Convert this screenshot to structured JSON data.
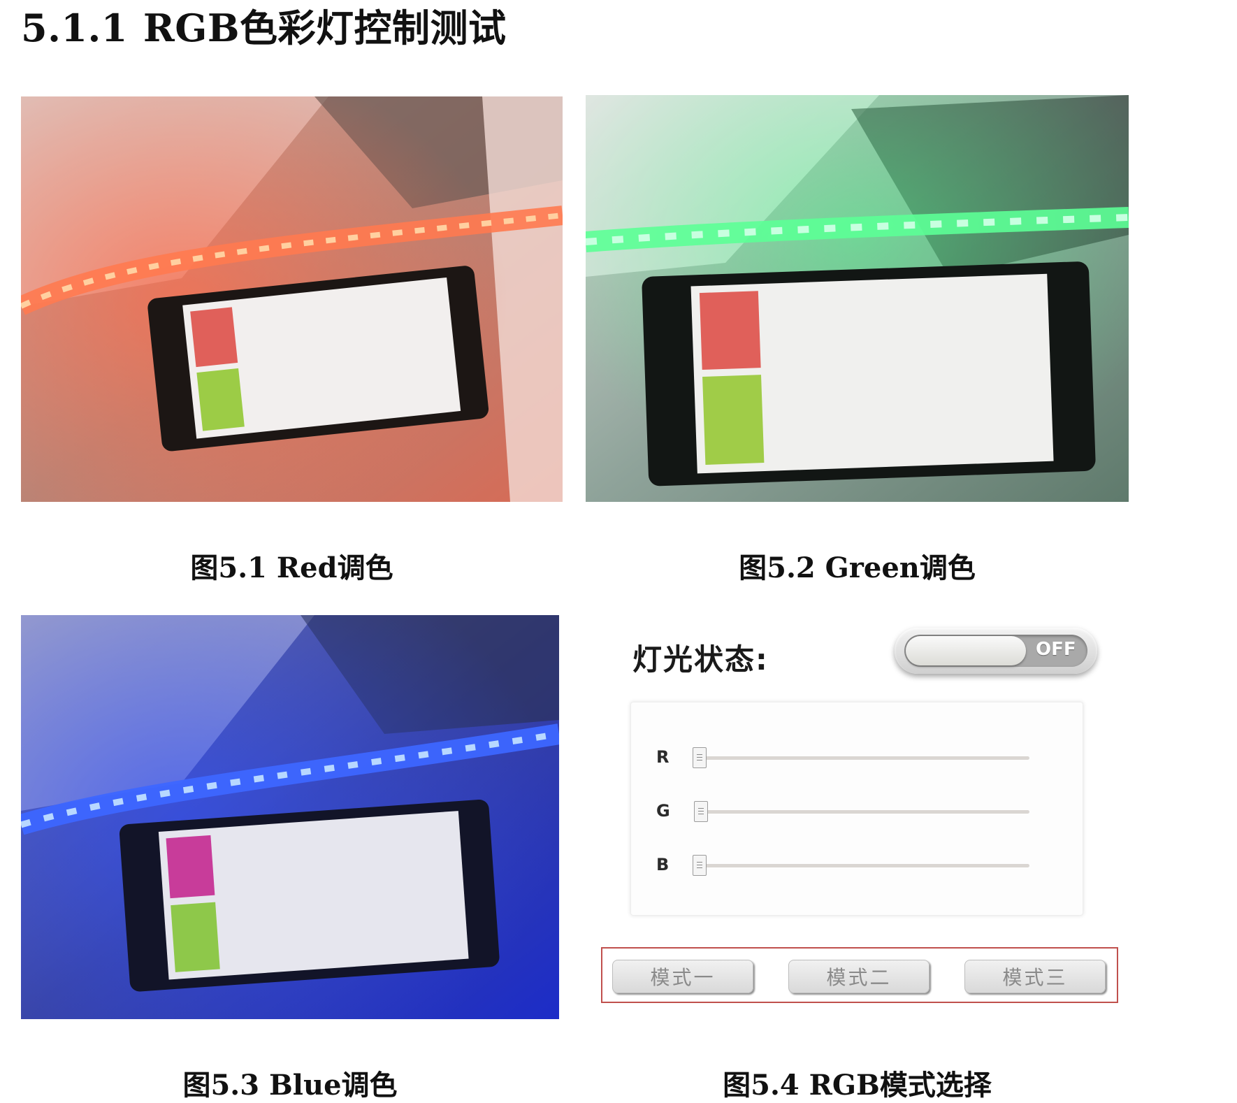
{
  "section": {
    "number": "5.1.1",
    "title": "RGB色彩灯控制测试"
  },
  "figures": [
    {
      "caption": "图5.1 Red调色",
      "light_color": "#ff5a3c"
    },
    {
      "caption": "图5.2 Green调色",
      "light_color": "#3cff78"
    },
    {
      "caption": "图5.3 Blue调色",
      "light_color": "#2040ff"
    },
    {
      "caption": "图5.4 RGB模式选择"
    }
  ],
  "app_ui": {
    "status_label": "灯光状态:",
    "switch_state": "OFF",
    "sliders": [
      {
        "label": "R",
        "value": 0
      },
      {
        "label": "G",
        "value": 0
      },
      {
        "label": "B",
        "value": 0
      }
    ],
    "mode_buttons": [
      "模式一",
      "模式二",
      "模式三"
    ],
    "mode_box_color": "#c0504d"
  }
}
